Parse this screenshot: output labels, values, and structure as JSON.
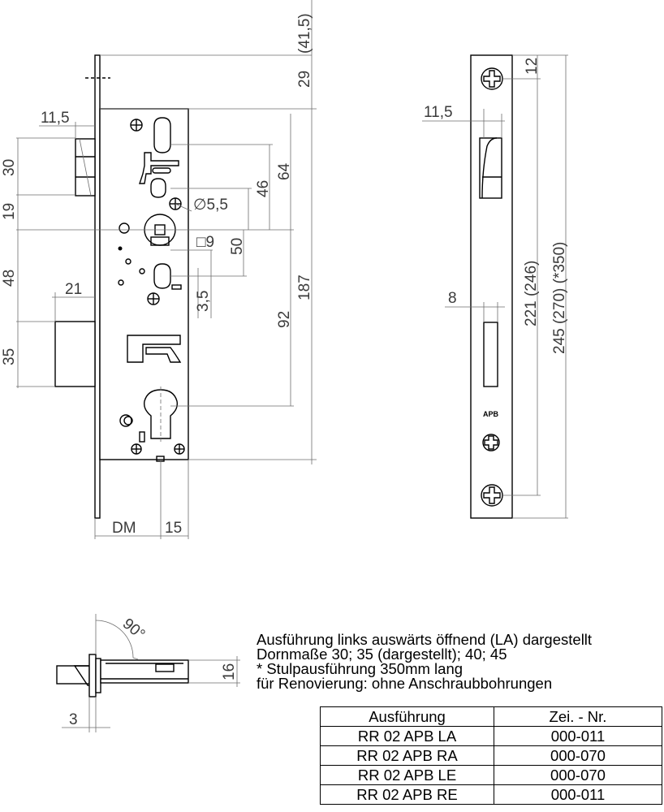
{
  "dimensions": {
    "top_41_5": "(41,5)",
    "d29": "29",
    "d11_5_left": "11,5",
    "d30": "30",
    "d19": "19",
    "d48": "48",
    "d21": "21",
    "d35": "35",
    "d64": "64",
    "d46": "46",
    "dia5_5": "∅5,5",
    "sq9": "□9",
    "d50": "50",
    "d3_5": "3,5",
    "d92": "92",
    "d187": "187",
    "dm": "DM",
    "d15": "15",
    "d11_5_right": "11,5",
    "d8": "8",
    "d12": "12",
    "d221_246": "221 (246)",
    "d245_270_350": "245 (270) (*350)",
    "angle90": "90°",
    "d16": "16",
    "d3": "3"
  },
  "faceplate_mark": "APB",
  "notes": [
    "Ausführung links auswärts öffnend (LA) dargestellt",
    "Dornmaße 30; 35 (dargestellt); 40; 45",
    "* Stulpausführung 350mm lang",
    "für Renovierung: ohne Anschraubbohrungen"
  ],
  "table": {
    "headers": [
      "Ausführung",
      "Zei. - Nr."
    ],
    "rows": [
      [
        "RR 02 APB LA",
        "000-011"
      ],
      [
        "RR 02 APB RA",
        "000-070"
      ],
      [
        "RR 02 APB LE",
        "000-070"
      ],
      [
        "RR 02 APB RE",
        "000-011"
      ]
    ]
  }
}
